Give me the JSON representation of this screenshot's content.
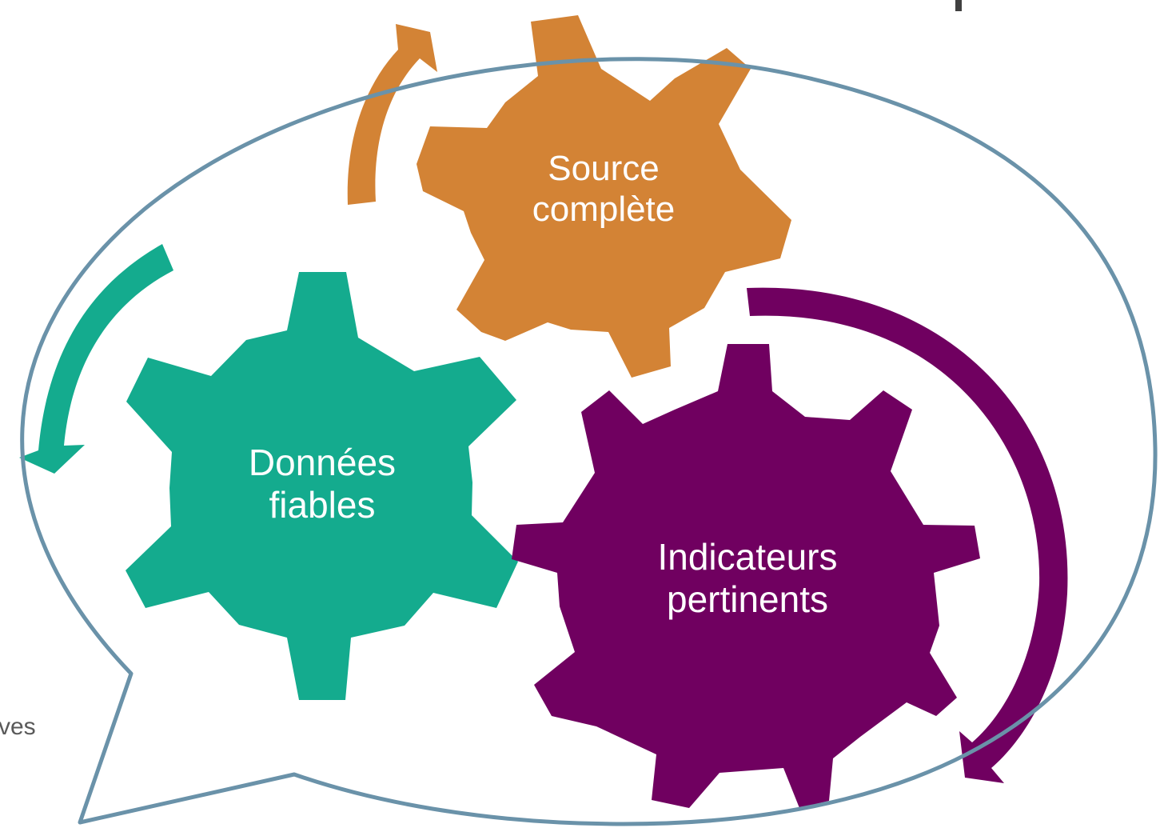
{
  "diagram": {
    "gears": [
      {
        "id": "source",
        "line1": "Source",
        "line2": "complète",
        "color": "#D38335"
      },
      {
        "id": "donnees",
        "line1": "Données",
        "line2": "fiables",
        "color": "#14AB8E"
      },
      {
        "id": "indicateurs",
        "line1": "Indicateurs",
        "line2": "pertinents",
        "color": "#700060"
      }
    ],
    "arrows": [
      {
        "id": "orange-arrow",
        "color": "#D38335"
      },
      {
        "id": "teal-arrow",
        "color": "#14AB8E"
      },
      {
        "id": "purple-arrow",
        "color": "#700060"
      }
    ],
    "speech_bubble_color": "#6A92A9",
    "partial_text": "ves"
  }
}
